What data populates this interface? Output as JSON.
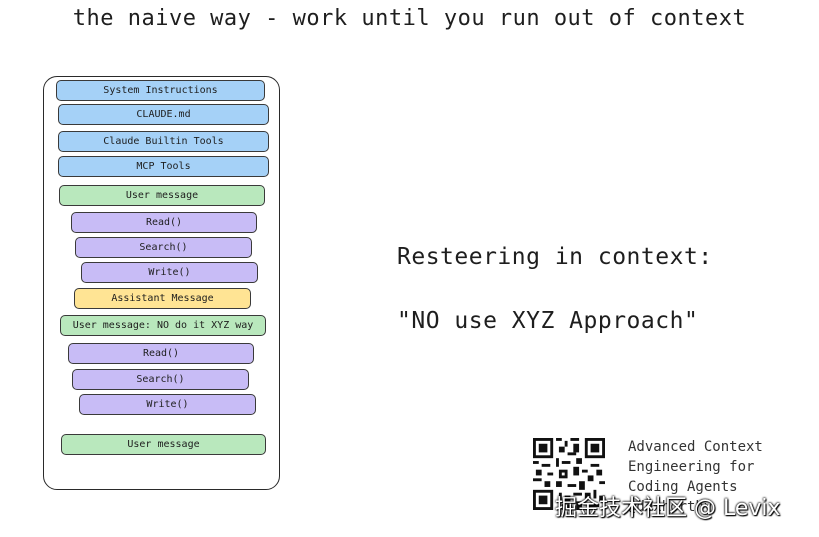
{
  "title": "the naive way - work until you run out of context",
  "context_blocks": [
    {
      "label": "System Instructions",
      "color": "blue"
    },
    {
      "label": "CLAUDE.md",
      "color": "blue"
    },
    {
      "label": "Claude Builtin Tools",
      "color": "blue"
    },
    {
      "label": "MCP Tools",
      "color": "blue"
    },
    {
      "label": "User message",
      "color": "green"
    },
    {
      "label": "Read()",
      "color": "purple"
    },
    {
      "label": "Search()",
      "color": "purple"
    },
    {
      "label": "Write()",
      "color": "purple"
    },
    {
      "label": "Assistant Message",
      "color": "yellow"
    },
    {
      "label": "User message: NO do it XYZ way",
      "color": "green"
    },
    {
      "label": "Read()",
      "color": "purple"
    },
    {
      "label": "Search()",
      "color": "purple"
    },
    {
      "label": "Write()",
      "color": "purple"
    },
    {
      "label": "User message",
      "color": "green"
    }
  ],
  "side_heading": "Resteering in context:",
  "side_quote": "\"NO use XYZ Approach\"",
  "credit": {
    "line1": "Advanced Context",
    "line2": "Engineering for",
    "line3": "Coding Agents",
    "line4": "@dexhorthy"
  },
  "watermark": "掘金技术社区 @ Levix",
  "colors": {
    "blue": "#a5d1f7",
    "green": "#b9e8bd",
    "purple": "#c8bcf6",
    "yellow": "#ffe494"
  }
}
